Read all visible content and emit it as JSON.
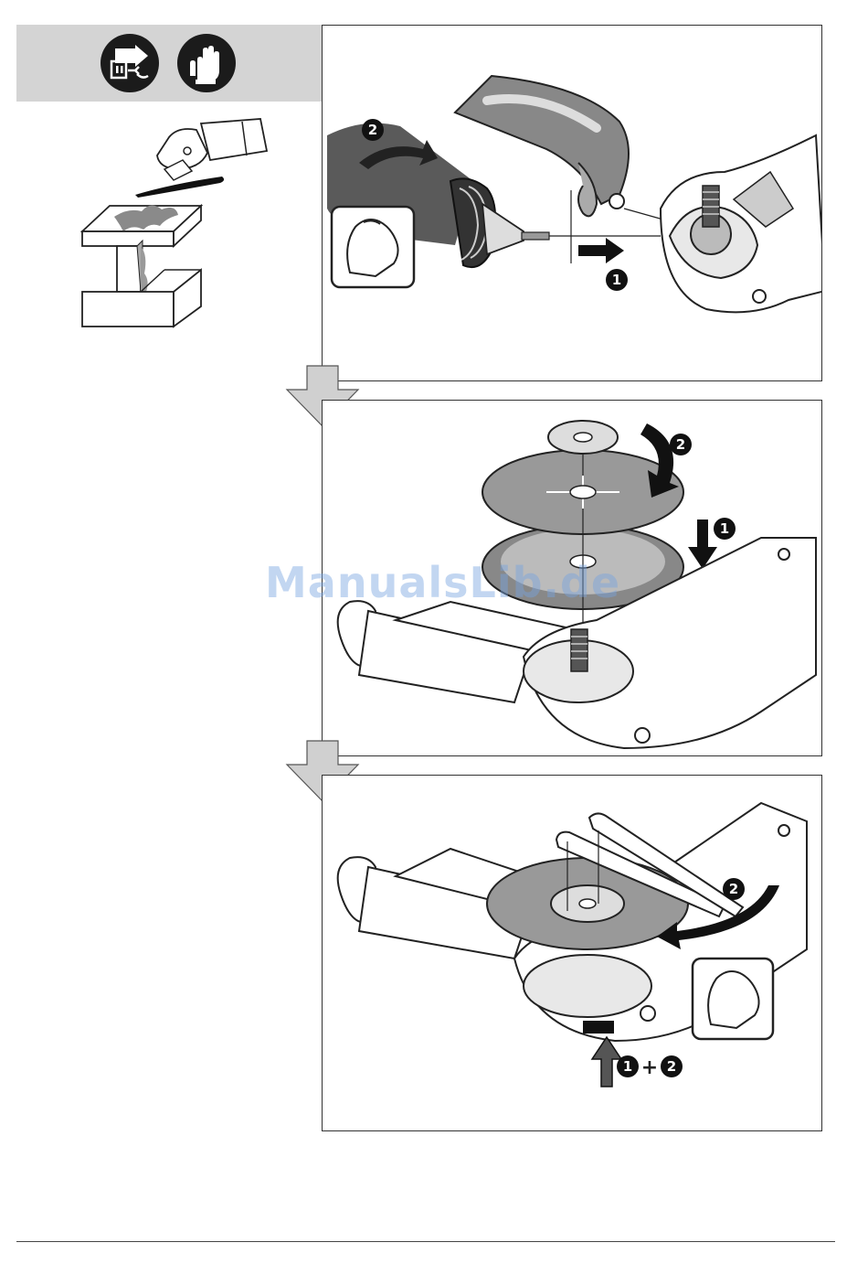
{
  "watermark": {
    "text": "ManualsLib.de"
  },
  "header": {
    "icons": [
      "unplug-power-icon",
      "protective-gloves-icon"
    ]
  },
  "steps": {
    "marker_1": "1",
    "marker_2": "2",
    "combined_plus": "+"
  },
  "colors": {
    "header_band": "#d4d4d4",
    "icon_bg": "#1b1b1b",
    "arrow_gray": "#d0d0d0",
    "watermark": "#78a5e1"
  }
}
